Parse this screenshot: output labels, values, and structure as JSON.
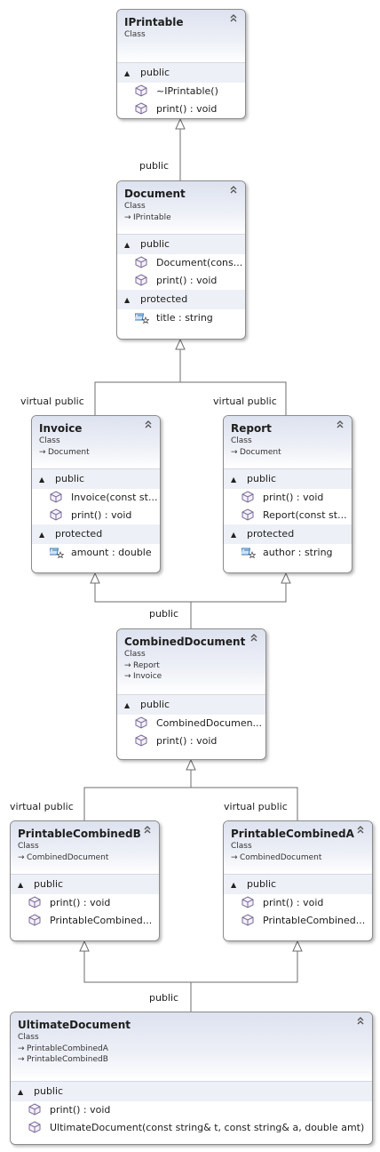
{
  "boxes": {
    "iprintable": {
      "name": "IPrintable",
      "stereotype": "Class",
      "inherits": [],
      "sections": [
        {
          "label": "public",
          "members": [
            {
              "text": "~IPrintable()",
              "icon": "method-icon"
            },
            {
              "text": "print() : void",
              "icon": "method-icon"
            }
          ]
        }
      ]
    },
    "document": {
      "name": "Document",
      "stereotype": "Class",
      "inherits": [
        "IPrintable"
      ],
      "sections": [
        {
          "label": "public",
          "members": [
            {
              "text": "Document(cons...",
              "icon": "method-icon"
            },
            {
              "text": "print() : void",
              "icon": "method-icon"
            }
          ]
        },
        {
          "label": "protected",
          "members": [
            {
              "text": "title : string",
              "icon": "field-icon"
            }
          ]
        }
      ]
    },
    "invoice": {
      "name": "Invoice",
      "stereotype": "Class",
      "inherits": [
        "Document"
      ],
      "sections": [
        {
          "label": "public",
          "members": [
            {
              "text": "Invoice(const st...",
              "icon": "method-icon"
            },
            {
              "text": "print() : void",
              "icon": "method-icon"
            }
          ]
        },
        {
          "label": "protected",
          "members": [
            {
              "text": "amount : double",
              "icon": "field-icon"
            }
          ]
        }
      ]
    },
    "report": {
      "name": "Report",
      "stereotype": "Class",
      "inherits": [
        "Document"
      ],
      "sections": [
        {
          "label": "public",
          "members": [
            {
              "text": "print() : void",
              "icon": "method-icon"
            },
            {
              "text": "Report(const st...",
              "icon": "method-icon"
            }
          ]
        },
        {
          "label": "protected",
          "members": [
            {
              "text": "author : string",
              "icon": "field-icon"
            }
          ]
        }
      ]
    },
    "combined": {
      "name": "CombinedDocument",
      "stereotype": "Class",
      "inherits": [
        "Report",
        "Invoice"
      ],
      "sections": [
        {
          "label": "public",
          "members": [
            {
              "text": "CombinedDocumen...",
              "icon": "method-icon"
            },
            {
              "text": "print() : void",
              "icon": "method-icon"
            }
          ]
        }
      ]
    },
    "pcb": {
      "name": "PrintableCombinedB",
      "stereotype": "Class",
      "inherits": [
        "CombinedDocument"
      ],
      "sections": [
        {
          "label": "public",
          "members": [
            {
              "text": "print() : void",
              "icon": "method-icon"
            },
            {
              "text": "PrintableCombined...",
              "icon": "method-icon"
            }
          ]
        }
      ]
    },
    "pca": {
      "name": "PrintableCombinedA",
      "stereotype": "Class",
      "inherits": [
        "CombinedDocument"
      ],
      "sections": [
        {
          "label": "public",
          "members": [
            {
              "text": "print() : void",
              "icon": "method-icon"
            },
            {
              "text": "PrintableCombined...",
              "icon": "method-icon"
            }
          ]
        }
      ]
    },
    "ultimate": {
      "name": "UltimateDocument",
      "stereotype": "Class",
      "inherits": [
        "PrintableCombinedA",
        "PrintableCombinedB"
      ],
      "sections": [
        {
          "label": "public",
          "members": [
            {
              "text": "print() : void",
              "icon": "method-icon"
            },
            {
              "text": "UltimateDocument(const string& t, const string& a, double amt)",
              "icon": "method-icon"
            }
          ]
        }
      ]
    }
  },
  "connector_labels": {
    "doc_to_iprintable": "public",
    "invoice_to_document": "virtual public",
    "report_to_document": "virtual public",
    "combined_to_parents": "public",
    "pcb_to_combined": "virtual public",
    "pca_to_combined": "virtual public",
    "ultimate_to_parents": "public"
  },
  "icons": {
    "collapse": "chevron-up-icon",
    "inherit": "inherit-arrow-icon",
    "section": "expanded-triangle-icon"
  }
}
